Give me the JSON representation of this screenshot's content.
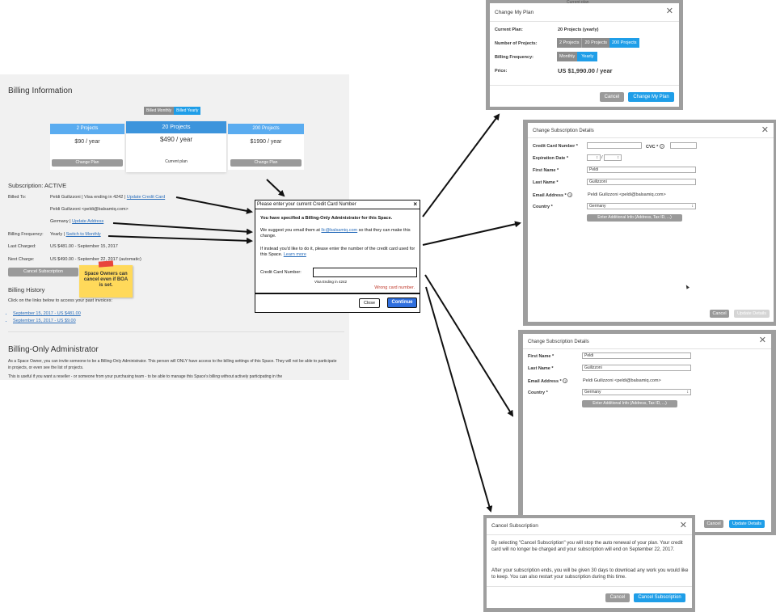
{
  "billing": {
    "title": "Billing Information",
    "toggle": {
      "monthly": "Billed Monthly",
      "yearly": "Billed Yearly"
    },
    "plans": [
      {
        "name": "2 Projects",
        "price": "$90 / year",
        "action": "Change Plan"
      },
      {
        "name": "20 Projects",
        "price": "$490 / year",
        "action": "Current plan"
      },
      {
        "name": "200 Projects",
        "price": "$1990 / year",
        "action": "Change Plan"
      }
    ],
    "subscription_title": "Subscription: ACTIVE",
    "billed_to_label": "Billed To:",
    "billed_to_value": "Peldi Guilizzoni | Visa ending in 4242 |",
    "update_card_link": "Update Credit Card",
    "billed_to_email": "Peldi Guilizzoni <peldi@balsamiq.com>",
    "billed_to_country": "Germany |",
    "update_address_link": "Update Address",
    "frequency_label": "Billing Frequency:",
    "frequency_value": "Yearly |",
    "switch_monthly_link": "Switch to Monthly",
    "last_charged_label": "Last Charged:",
    "last_charged_value": "US $481.00 - September 15, 2017",
    "next_charge_label": "Next Charge:",
    "next_charge_value": "US $490.00 - September 22, 2017 (automatic)",
    "cancel_button": "Cancel Subscription",
    "sticky_note": "Space Owners can cancel even if BOA is set.",
    "history_title": "Billing History",
    "history_intro": "Click on the links below to access your past invoices:",
    "history_items": [
      "September 15, 2017 - US $481.00",
      "September 15, 2017 - US $9.00"
    ],
    "boa_title": "Billing-Only Administrator",
    "boa_para1": "As a Space Owner, you can invite someone to be a Billing-Only Administrator. This person will ONLY have access to the billing settings of this Space. They will not be able to participate in projects, or even see the list of projects.",
    "boa_para2": "This is useful if you want a reseller - or someone from your purchasing team - to be able to manage this Space's billing without actively participating in the"
  },
  "card_dialog": {
    "title": "Please enter your current Credit Card Number",
    "close": "×",
    "heading": "You have specified a Billing-Only Administrator for this Space.",
    "suggest_pre": "We suggest you email them at",
    "suggest_email": "llc@balsamiq.com",
    "suggest_post": "so that they can make this change.",
    "instead_text": "If instead you'd like to do it, please enter the number of the credit card used for this Space.",
    "learn_more": "Learn more",
    "field_label": "Credit Card Number:",
    "field_hint": "Visa Ending in 4242",
    "error": "Wrong card number.",
    "cancel": "Close",
    "continue": "Continue"
  },
  "plan_dialog": {
    "title": "Change My Plan",
    "bg_tab": "Current plan",
    "current_plan_label": "Current Plan:",
    "current_plan_value": "20 Projects (yearly)",
    "projects_label": "Number of Projects:",
    "project_options": [
      "2 Projects",
      "20 Projects",
      "200 Projects"
    ],
    "frequency_label": "Billing Frequency:",
    "frequency_options": [
      "Monthly",
      "Yearly"
    ],
    "price_label": "Price:",
    "price_value": "US $1,990.00 / year",
    "cancel": "Cancel",
    "confirm": "Change My Plan"
  },
  "sub_dialog_card": {
    "title": "Change Subscription Details",
    "card_label": "Credit Card Number *",
    "cvc_label": "CVC *",
    "exp_label": "Expiration Date *",
    "first_label": "First Name *",
    "first_value": "Peldi",
    "last_label": "Last Name *",
    "last_value": "Guilizzoni",
    "email_label": "Email Address *",
    "email_value": "Peldi Guilizzoni <peldi@balsamiq.com>",
    "country_label": "Country *",
    "country_value": "Germany",
    "extra_button": "Enter Additional Info (Address, Tax ID, ...)",
    "cancel": "Cancel",
    "confirm": "Update Details"
  },
  "sub_dialog_address": {
    "title": "Change Subscription Details",
    "first_label": "First Name *",
    "first_value": "Peldi",
    "last_label": "Last Name *",
    "last_value": "Guilizzoni",
    "email_label": "Email Address *",
    "email_value": "Peldi Guilizzoni <peldi@balsamiq.com>",
    "country_label": "Country *",
    "country_value": "Germany",
    "extra_button": "Enter Additional Info (Address, Tax ID, ...)",
    "cancel": "Cancel",
    "confirm": "Update Details"
  },
  "cancel_dialog": {
    "title": "Cancel Subscription",
    "para1": "By selecting \"Cancel Subscription\" you will stop the auto renewal of your plan. Your credit card will no longer be charged and your subscription will end on September 22, 2017.",
    "para2": "After your subscription ends, you will be given 30 days to download any work you would like to keep. You can also restart your subscription during this time.",
    "cancel": "Cancel",
    "confirm": "Cancel Subscription"
  },
  "icons": {
    "close": "close-icon",
    "help": "help-circle-icon",
    "sort": "sort-arrows-icon",
    "caret": "caret-updown-icon"
  },
  "colors": {
    "accent": "#1f9ee8",
    "plan_header": "#5aacf0",
    "grey_button": "#9a9a9a",
    "error": "#c0392b",
    "sticky": "#ffd95a"
  }
}
